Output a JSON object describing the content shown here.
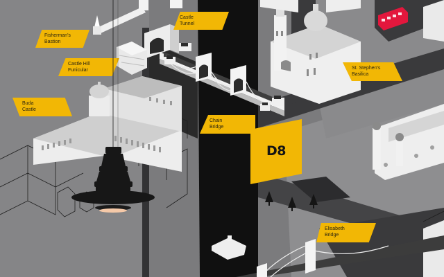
{
  "scene": {
    "description": "Photo of an isometric black-white-grey Budapest map mural with yellow place labels and a black pendant lamp",
    "colors": {
      "wall": "#7b7b7d",
      "river": "#111111",
      "road": "#3a3a3c",
      "building": "#ececec",
      "label": "#f2b705",
      "label_text": "#2a2410",
      "tram": "#e3173d",
      "lamp": "#161616"
    }
  },
  "labels": [
    {
      "id": "fishermans-bastion",
      "lines": [
        "Fisherman's",
        "Bastion"
      ]
    },
    {
      "id": "castle-tunnel",
      "lines": [
        "Castle",
        "Tunnel"
      ]
    },
    {
      "id": "castle-hill-funicular",
      "lines": [
        "Castle Hill",
        "Funicular"
      ]
    },
    {
      "id": "buda-castle",
      "lines": [
        "Buda",
        "Castle"
      ]
    },
    {
      "id": "st-stephens-basilica",
      "lines": [
        "St. Stephen's",
        "Basilica"
      ]
    },
    {
      "id": "chain-bridge",
      "lines": [
        "Chain",
        "Bridge"
      ]
    },
    {
      "id": "elisabeth-bridge",
      "lines": [
        "Elisabeth",
        "Bridge"
      ]
    }
  ],
  "district_sign": {
    "text": "D8"
  }
}
